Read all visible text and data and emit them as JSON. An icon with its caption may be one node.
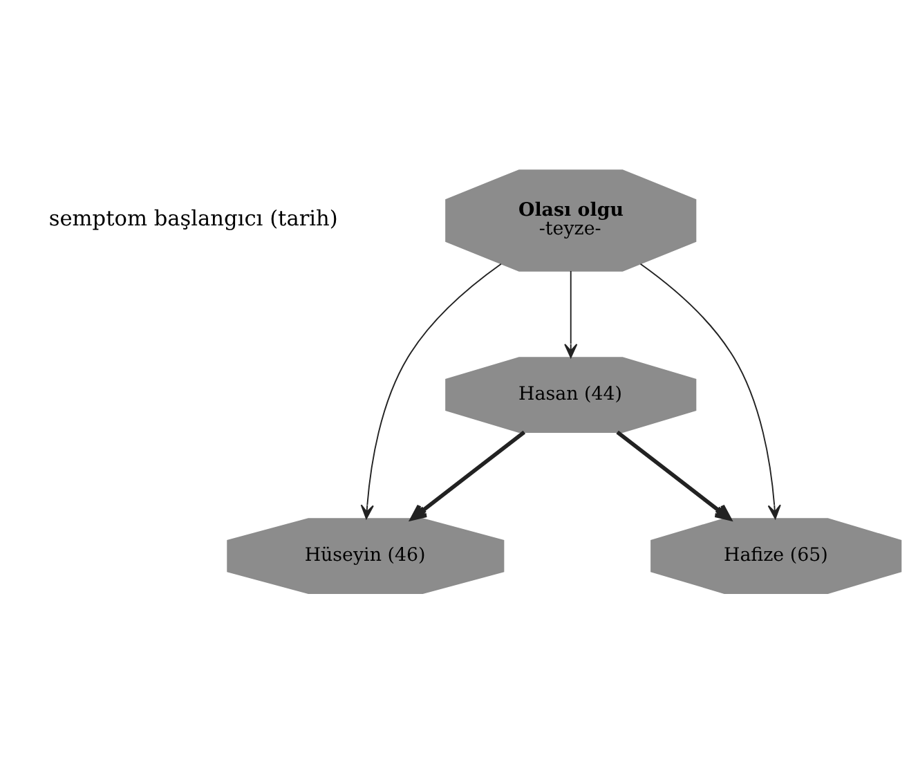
{
  "diagram": {
    "nodes": [
      {
        "text": [
          "Olası olgu",
          "-teyze-"
        ]
      },
      {
        "text": [
          "Hasan (44)"
        ]
      },
      {
        "text": [
          "Hüseyin (46)"
        ]
      },
      {
        "text": [
          "Hafize (65)"
        ]
      }
    ],
    "edges": [
      {
        "from": 0,
        "to": 1,
        "arrow": "to"
      },
      {
        "from": 0,
        "to": 2,
        "arrow": "to"
      },
      {
        "from": 0,
        "to": 3,
        "arrow": "to"
      },
      {
        "from": 1,
        "to": 2,
        "arrow": "to",
        "style": "thick"
      },
      {
        "from": 1,
        "to": 3,
        "arrow": "to",
        "style": "thick"
      }
    ],
    "labels": [
      "semptom başlangıcı (tarih)"
    ]
  }
}
